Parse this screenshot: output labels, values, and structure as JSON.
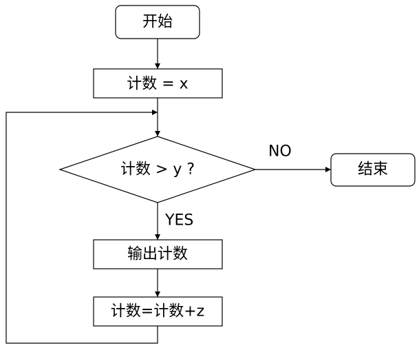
{
  "diagram": {
    "nodes": {
      "start": "开始",
      "init": "计数 = x",
      "condition": "计数 > y ?",
      "output": "输出计数",
      "increment": "计数=计数+z",
      "end": "结束"
    },
    "edges": {
      "no_label": "NO",
      "yes_label": "YES"
    }
  }
}
